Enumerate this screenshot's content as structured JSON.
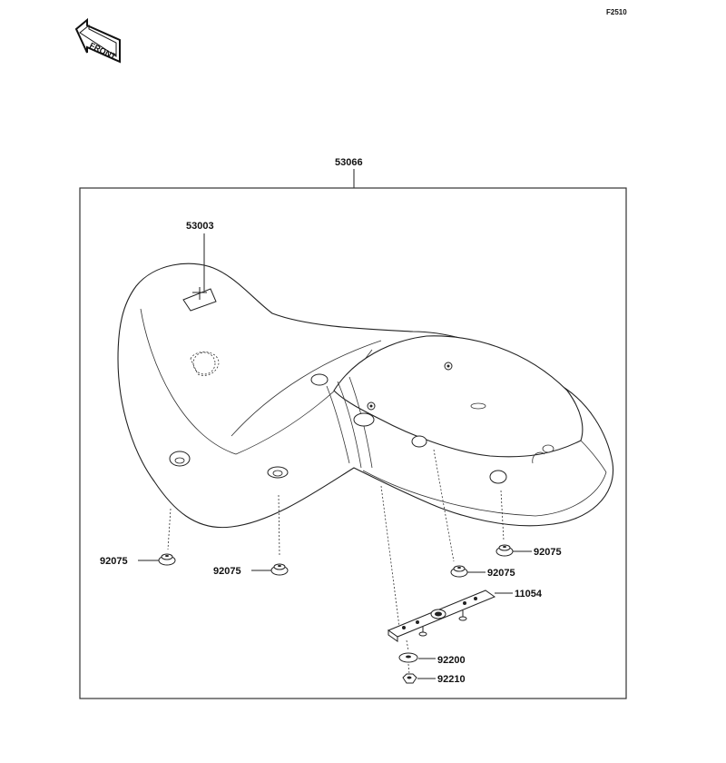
{
  "figure_code": "F2510",
  "direction_badge": "FRONT",
  "assembly_number": "53066",
  "parts": {
    "emblem": "53003",
    "damper_front_left": "92075",
    "damper_front_center": "92075",
    "damper_rear_right": "92075",
    "damper_rear_center": "92075",
    "bracket": "11054",
    "washer": "92200",
    "nut": "92210"
  }
}
